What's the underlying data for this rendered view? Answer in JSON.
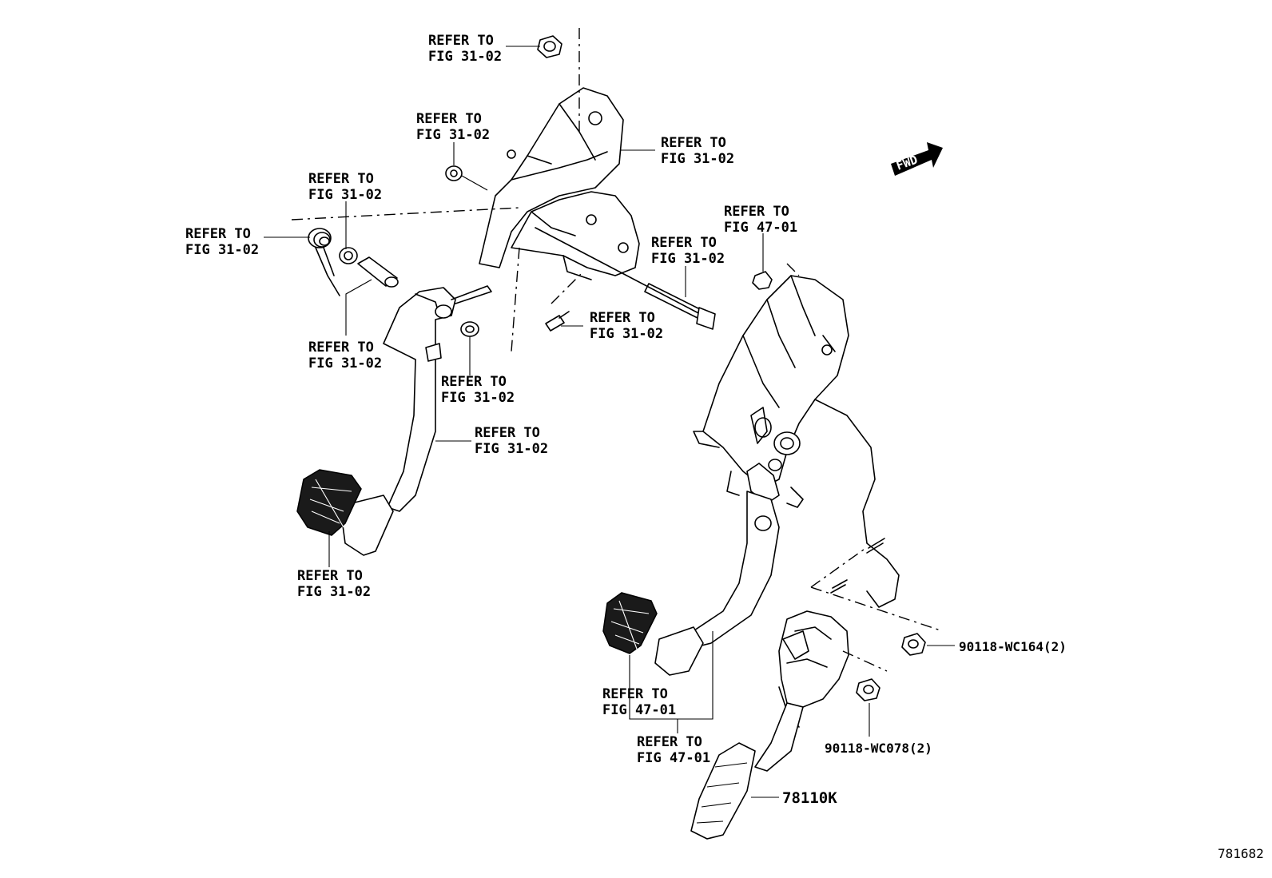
{
  "labels": {
    "nut_top": [
      "REFER TO",
      "FIG 31-02"
    ],
    "washer_mid": [
      "REFER TO",
      "FIG 31-02"
    ],
    "bracket_right": [
      "REFER TO",
      "FIG 31-02"
    ],
    "bushing_left": [
      "REFER TO",
      "FIG 31-02"
    ],
    "spring_left": [
      "REFER TO",
      "FIG 31-02"
    ],
    "bolt_long": [
      "REFER TO",
      "FIG 31-02"
    ],
    "screw_small": [
      "REFER TO",
      "FIG 31-02"
    ],
    "pin_left": [
      "REFER TO",
      "FIG 31-02"
    ],
    "bushing_right": [
      "REFER TO",
      "FIG 31-02"
    ],
    "pedal_arm": [
      "REFER TO",
      "FIG 31-02"
    ],
    "pad_left": [
      "REFER TO",
      "FIG 31-02"
    ],
    "nut_rhd": [
      "REFER TO",
      "FIG 47-01"
    ],
    "pad_rhd": [
      "REFER TO",
      "FIG 47-01"
    ],
    "pedal_rhd": [
      "REFER TO",
      "FIG 47-01"
    ]
  },
  "parts": {
    "nut_a": "90118-WC164(2)",
    "nut_b": "90118-WC078(2)",
    "accelerator": "78110K"
  },
  "fwd": "FWD",
  "figure_number": "781682"
}
